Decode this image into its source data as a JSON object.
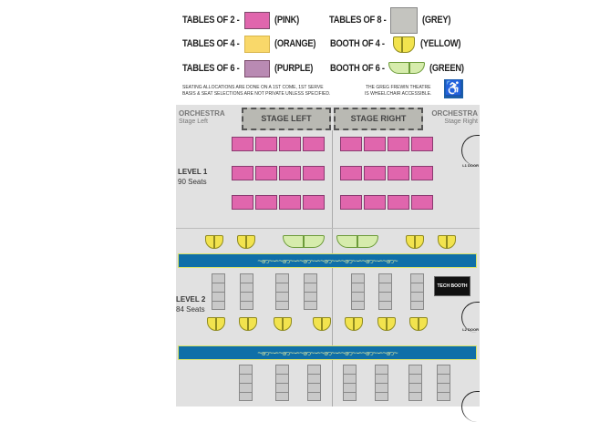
{
  "legend": {
    "t2": {
      "label": "TABLES OF 2 -",
      "color_name": "(PINK)",
      "color": "#e066ad"
    },
    "t4": {
      "label": "TABLES OF 4 -",
      "color_name": "(ORANGE)",
      "color": "#f9d86a"
    },
    "t6": {
      "label": "TABLES OF 6 -",
      "color_name": "(PURPLE)",
      "color": "#b98ab3"
    },
    "t8": {
      "label": "TABLES OF 8 -",
      "color_name": "(GREY)",
      "color": "#c4c4bf"
    },
    "b4": {
      "label": "BOOTH OF 4 -",
      "color_name": "(YELLOW)",
      "color": "#f2e34e"
    },
    "b6": {
      "label": "BOOTH OF 6 -",
      "color_name": "(GREEN)",
      "color": "#d6ecac"
    }
  },
  "notes": {
    "seating": "SEATING ALLOCATIONS ARE DONE ON A 1ST COME, 1ST SERVE",
    "seating2": "BASIS & SEAT SELECTIONS ARE NOT PRIVATE UNLESS SPECIFIED.",
    "access": "THE GREG FREWIN THEATRE",
    "access2": "IS WHEELCHAIR ACCESSIBLE."
  },
  "map": {
    "orch_left": "ORCHESTRA",
    "orch_left_sub": "Stage Left",
    "orch_right": "ORCHESTRA",
    "orch_right_sub": "Stage Right",
    "stage_left": "STAGE LEFT",
    "stage_right": "STAGE RIGHT",
    "level1": "LEVEL 1",
    "level1_seats": "90 Seats",
    "level2": "LEVEL 2",
    "level2_seats": "84 Seats",
    "tech_booth": "TECH BOOTH",
    "door1": "L1 DOOR",
    "door2": "L2 DOOR",
    "band_ornament": "~ꩦ~∽~ꩦ~∽~ꩦ~∽~ꩦ~∽~ꩦ~∽~ꩦ~∽~ꩦ~"
  }
}
